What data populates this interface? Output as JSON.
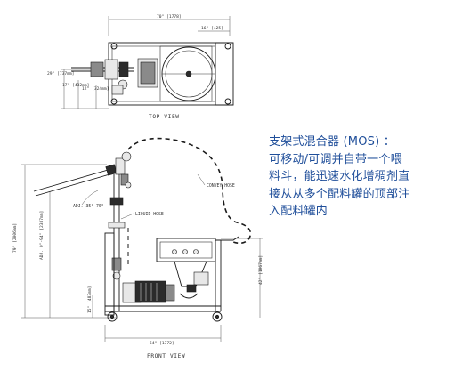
{
  "caption": {
    "lines": [
      "支架式混合器 (MOS) ：",
      "可移动/可调并自带一个喂",
      "料斗，能迅速水化增稠剂直",
      "接从从多个配料罐的顶部注",
      "入配料罐内"
    ],
    "color": "#1f4e9a"
  },
  "drawing": {
    "top_view": {
      "title": "TOP VIEW",
      "dims": {
        "overall_length": "70\" [1778]",
        "hopper_offset": "16\" [425]",
        "width_total": "29\" [737mm]",
        "width_mid": "17\" [432mm]",
        "width_small": "12\" [324mm]"
      }
    },
    "front_view": {
      "title": "FRONT VIEW",
      "labels": {
        "adj_angle": "ADJ. 35°-70°",
        "convey_hose": "CONVEY HOSE",
        "liquid_hose": "LIQUID HOSE"
      },
      "dims": {
        "overall_height": "79\" [2006mm]",
        "adj_height": "ADJ. 0\"-94\" [2387mm]",
        "hopper_height": "42\" [1067mm]",
        "pump_height": "15\" [483mm]",
        "base_length": "54\" [1372]"
      }
    }
  }
}
